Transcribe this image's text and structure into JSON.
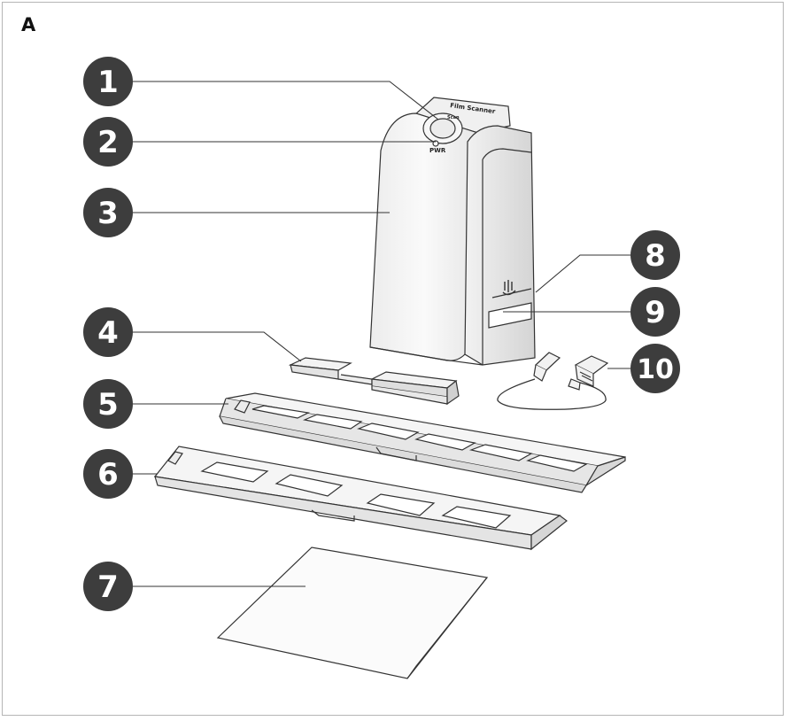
{
  "figure": {
    "panel_label": "A",
    "device_top_label": "Film Scanner",
    "button_label": "Scan",
    "power_label": "PWR"
  },
  "callouts": [
    {
      "number": "1",
      "part": "scan-button"
    },
    {
      "number": "2",
      "part": "power-led"
    },
    {
      "number": "3",
      "part": "scanner-body"
    },
    {
      "number": "4",
      "part": "cleaning-brush"
    },
    {
      "number": "5",
      "part": "negative-film-holder"
    },
    {
      "number": "6",
      "part": "slide-holder"
    },
    {
      "number": "7",
      "part": "manual-sheet"
    },
    {
      "number": "8",
      "part": "film-slot"
    },
    {
      "number": "9",
      "part": "usb-port"
    },
    {
      "number": "10",
      "part": "usb-cable"
    }
  ],
  "colors": {
    "badge": "#3d3d3d",
    "outline": "#333333",
    "body_fill": "#f4f4f4",
    "shade": "#dcdcdc"
  }
}
